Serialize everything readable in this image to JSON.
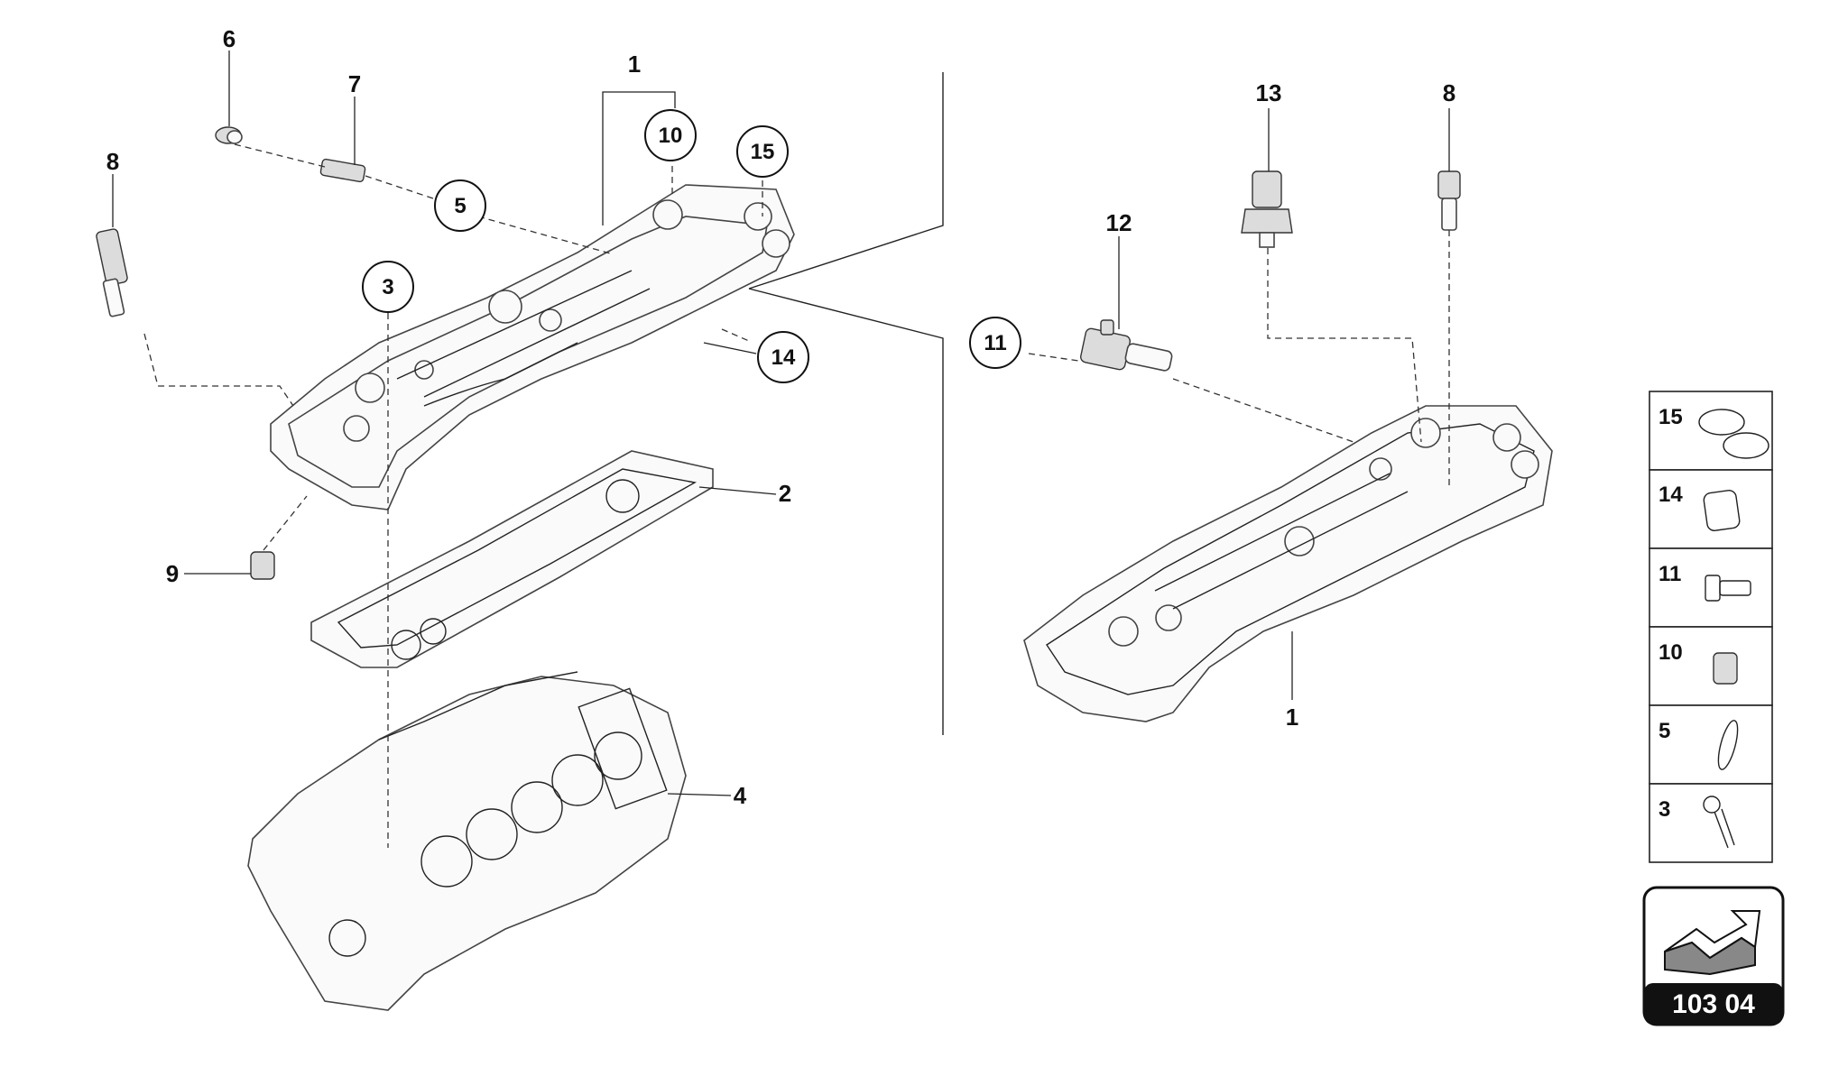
{
  "diagram": {
    "page_number": "103 04",
    "callouts": {
      "c6": "6",
      "c7": "7",
      "c1_left": "1",
      "c10": "10",
      "c15": "15",
      "c8_left": "8",
      "c5": "5",
      "c3": "3",
      "c14": "14",
      "c2": "2",
      "c9": "9",
      "c4": "4",
      "c13": "13",
      "c8_right": "8",
      "c12": "12",
      "c11": "11",
      "c1_right": "1"
    },
    "legend": [
      {
        "label": "15"
      },
      {
        "label": "14"
      },
      {
        "label": "11"
      },
      {
        "label": "10"
      },
      {
        "label": "5"
      },
      {
        "label": "3"
      }
    ]
  }
}
